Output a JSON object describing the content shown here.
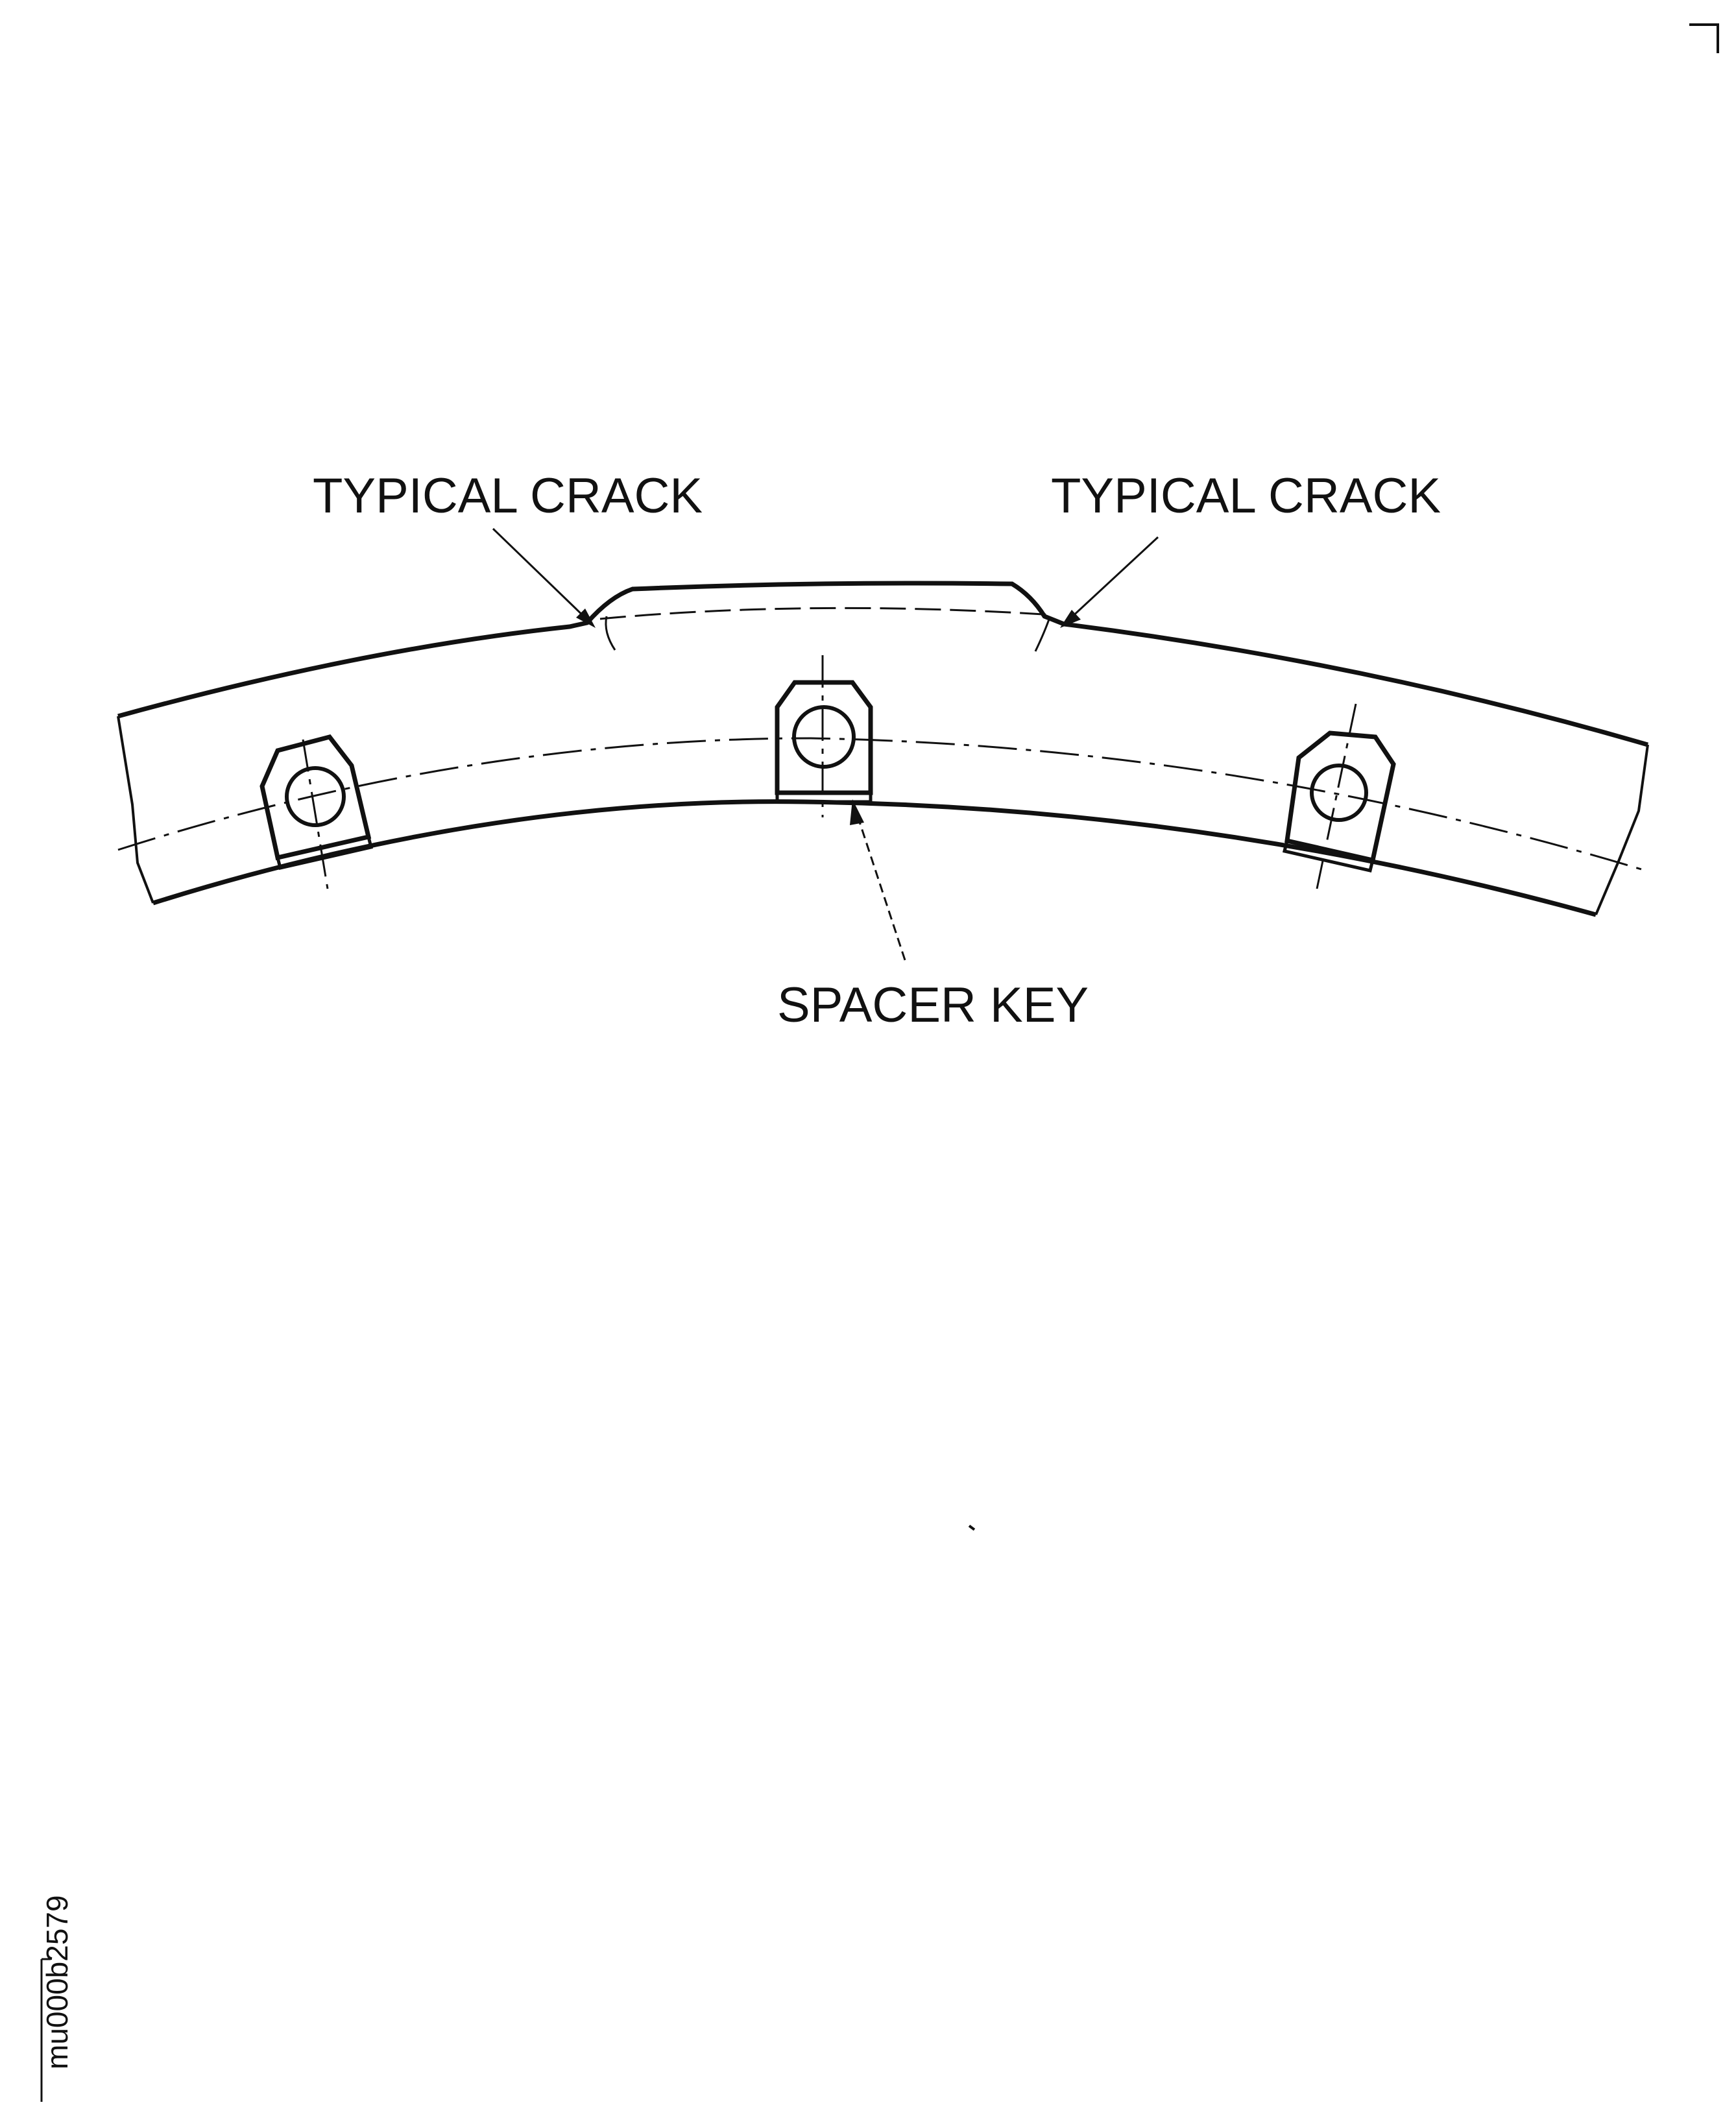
{
  "callouts": {
    "left_crack": "TYPICAL CRACK",
    "right_crack": "TYPICAL CRACK",
    "spacer_key": "SPACER KEY"
  },
  "figure_id": "mu000b2579",
  "colors": {
    "ink": "#111111",
    "background": "#ffffff"
  }
}
